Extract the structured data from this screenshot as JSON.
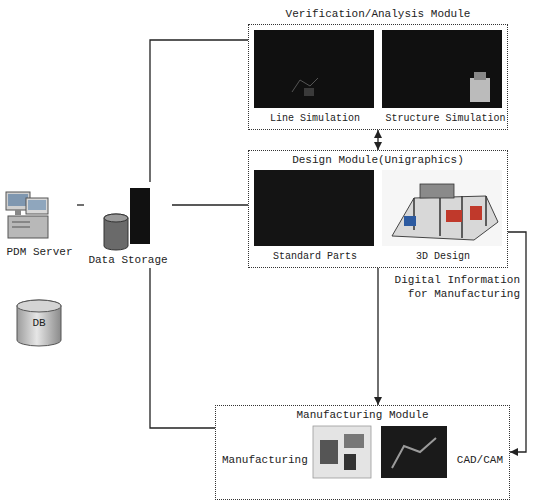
{
  "diagram": {
    "nodes": [
      {
        "text": [
          "Verification/Analysis Module"
        ]
      },
      {
        "text": [
          "Line Simulation"
        ],
        "in": 0
      },
      {
        "text": [
          "Structure Simulation"
        ],
        "in": 0
      },
      {
        "text": [
          "Design Module(Unigraphics)"
        ]
      },
      {
        "text": [
          "Standard Parts"
        ],
        "in": 3
      },
      {
        "text": [
          "3D Design"
        ],
        "in": 3
      },
      {
        "text": [
          "Manufacturing Module"
        ]
      },
      {
        "text": [
          "Manufacturing"
        ],
        "in": 6
      },
      {
        "text": [
          "CAD/CAM"
        ],
        "in": 6
      },
      {
        "text": [
          "PDM Server"
        ]
      },
      {
        "text": [
          "Data Storage"
        ]
      },
      {
        "text": [
          "DB"
        ]
      }
    ],
    "edges": [
      {
        "from": 0,
        "to": 3,
        "arrow": "both"
      },
      {
        "from": 3,
        "to": 6,
        "arrow": "to"
      },
      {
        "from": 3,
        "to": 6,
        "label": "Digital Information for Manufacturing",
        "arrow": "to"
      },
      {
        "from": 10,
        "to": 0,
        "arrow": "none"
      },
      {
        "from": 9,
        "to": 10,
        "arrow": "none"
      },
      {
        "from": 10,
        "to": 3,
        "arrow": "none"
      },
      {
        "from": 10,
        "to": 6,
        "arrow": "none"
      }
    ]
  }
}
